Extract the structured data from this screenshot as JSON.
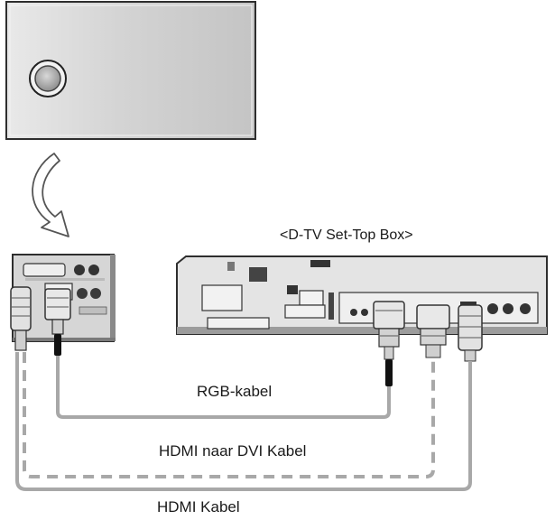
{
  "labels": {
    "set_top_box": "<D-TV Set-Top Box>",
    "rgb_cable": "RGB-kabel",
    "hdmi_dvi_cable": "HDMI naar DVI Kabel",
    "hdmi_cable": "HDMI Kabel"
  },
  "colors": {
    "cable": "#a8a8a8",
    "outline": "#333333",
    "panel": "#d9d9d9",
    "panel_dark": "#9a9a9a",
    "device": "#e6e6e6"
  }
}
